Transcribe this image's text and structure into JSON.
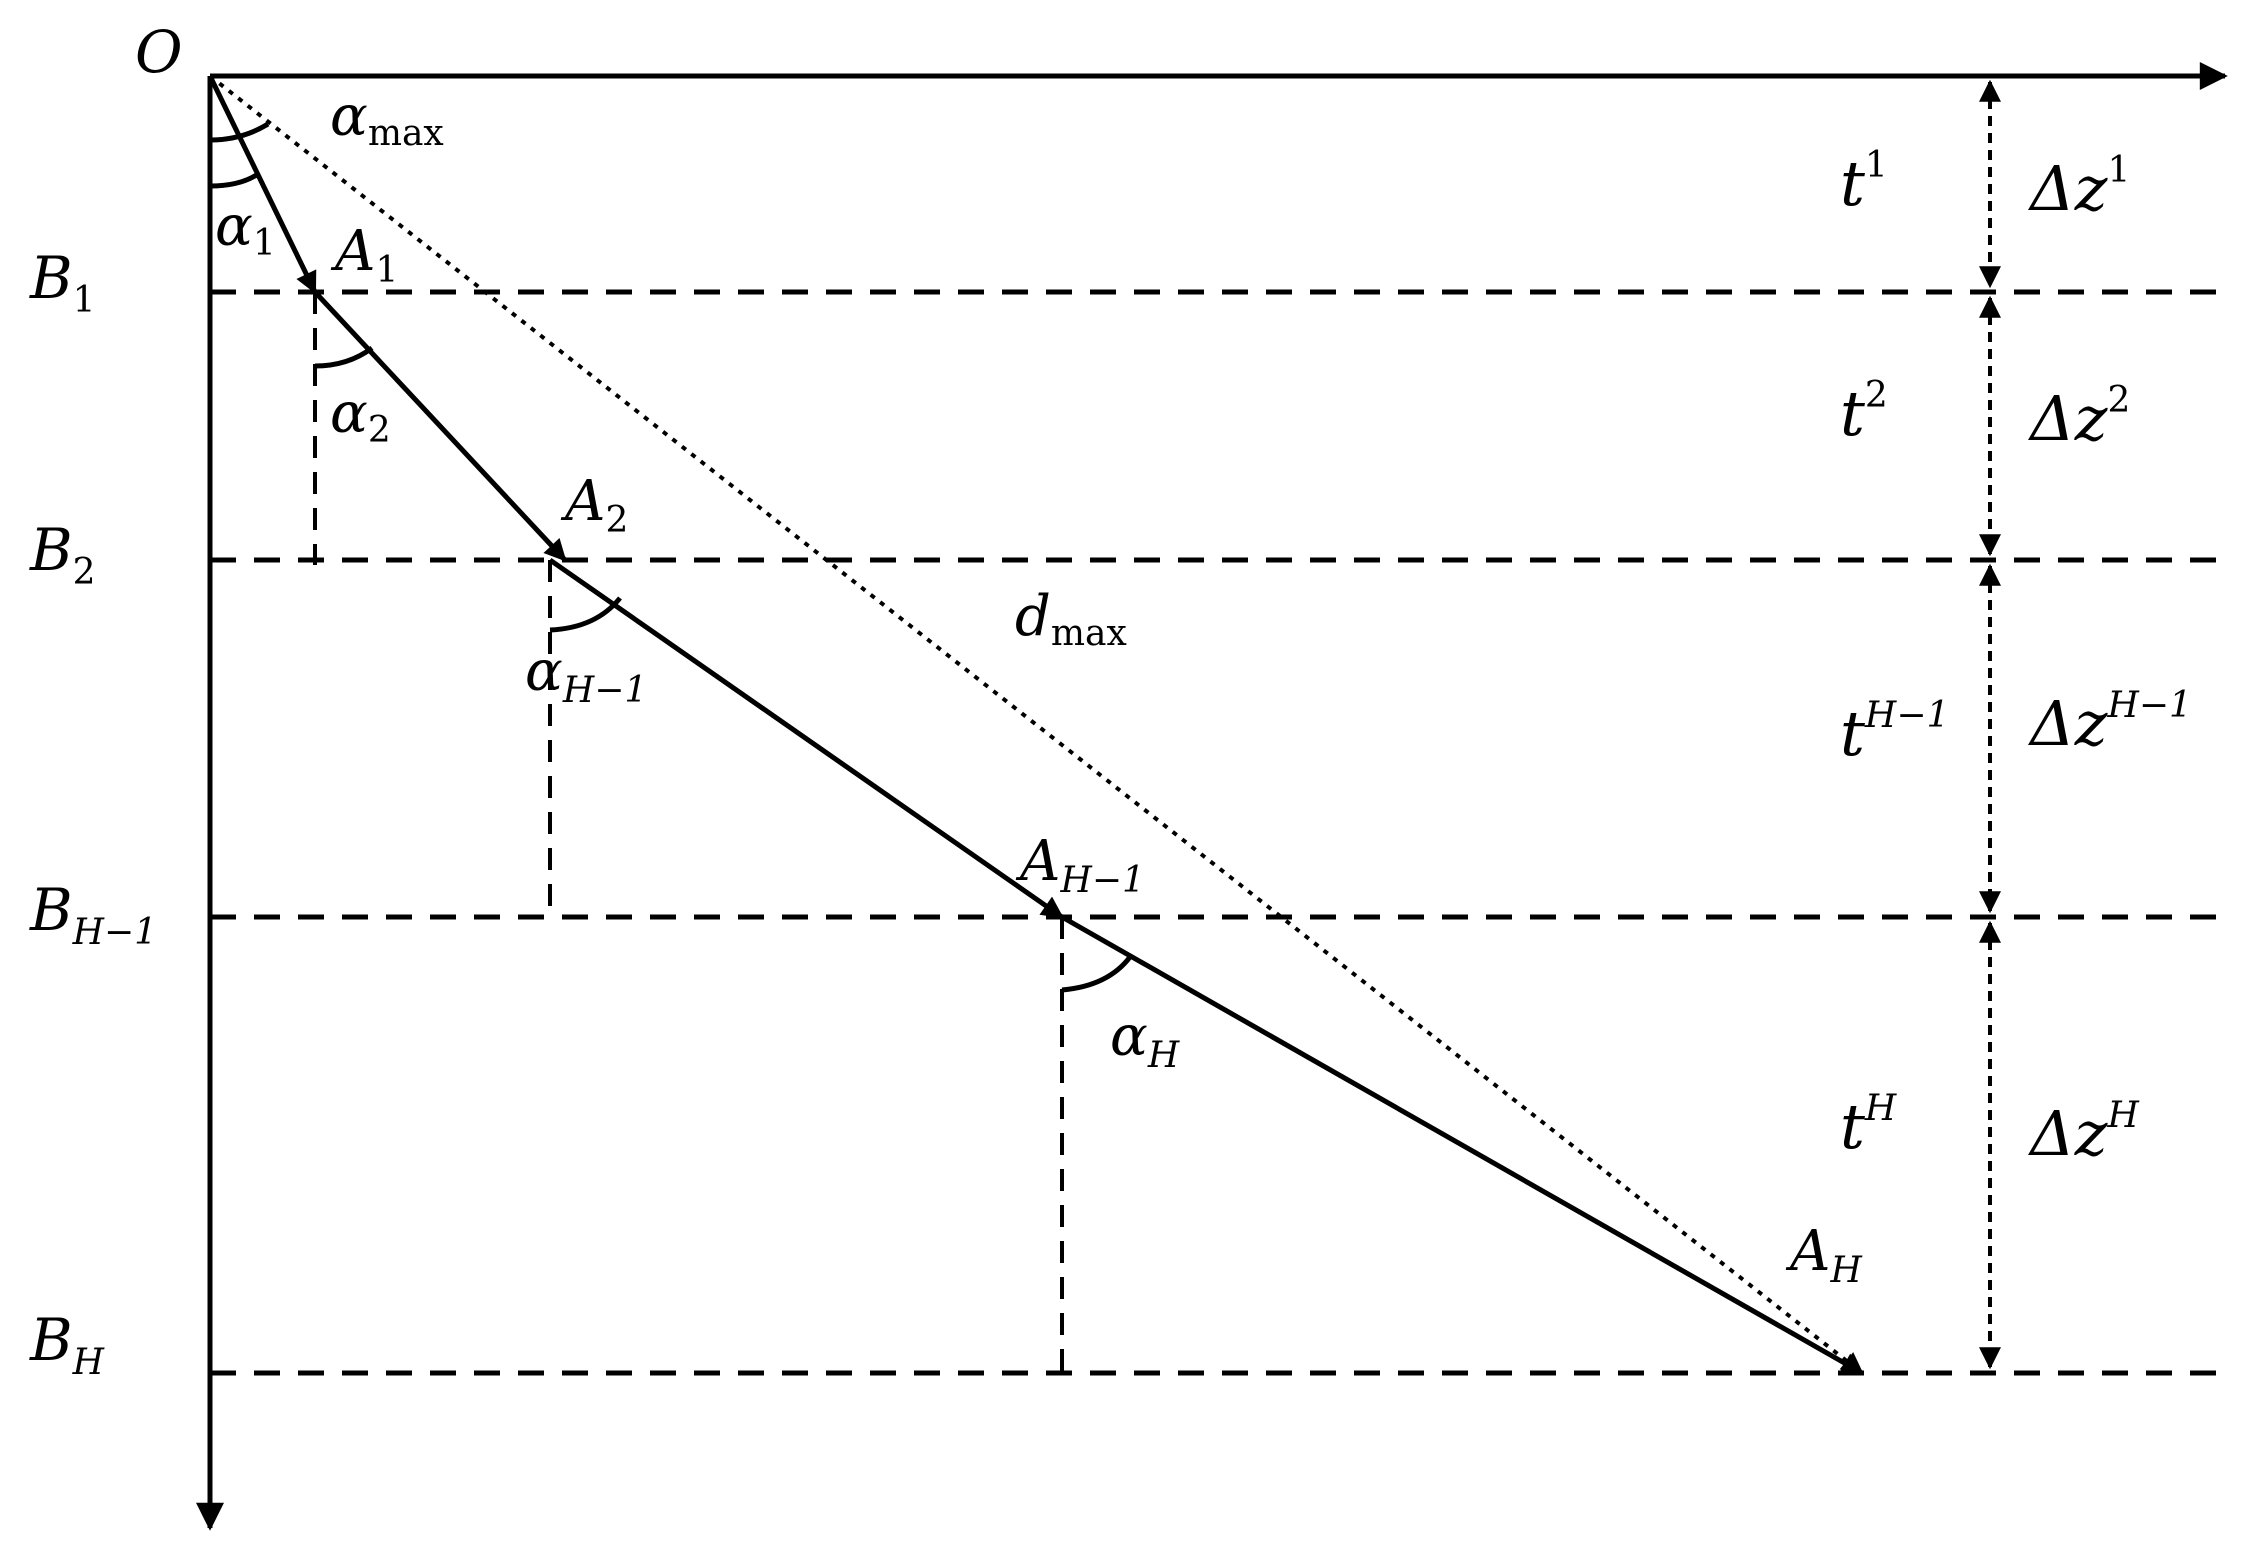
{
  "origin": {
    "label": "O"
  },
  "levels": [
    {
      "b": "B",
      "b_sub": "1",
      "a": "A",
      "a_sub": "1",
      "alpha": "α",
      "alpha_sub": "1",
      "t": "t",
      "t_sup": "1",
      "dz": "Δz",
      "dz_sup": "1"
    },
    {
      "b": "B",
      "b_sub": "2",
      "a": "A",
      "a_sub": "2",
      "alpha": "α",
      "alpha_sub": "2",
      "t": "t",
      "t_sup": "2",
      "dz": "Δz",
      "dz_sup": "2"
    },
    {
      "b": "B",
      "b_sub": "H−1",
      "a": "A",
      "a_sub": "H−1",
      "alpha": "α",
      "alpha_sub": "H−1",
      "t": "t",
      "t_sup": "H−1",
      "dz": "Δz",
      "dz_sup": "H−1"
    },
    {
      "b": "B",
      "b_sub": "H",
      "a": "A",
      "a_sub": "H",
      "alpha": "α",
      "alpha_sub": "H",
      "t": "t",
      "t_sup": "H",
      "dz": "Δz",
      "dz_sup": "H"
    }
  ],
  "alpha_max": {
    "base": "α",
    "sub": "max"
  },
  "d_max": {
    "base": "d",
    "sub": "max"
  }
}
